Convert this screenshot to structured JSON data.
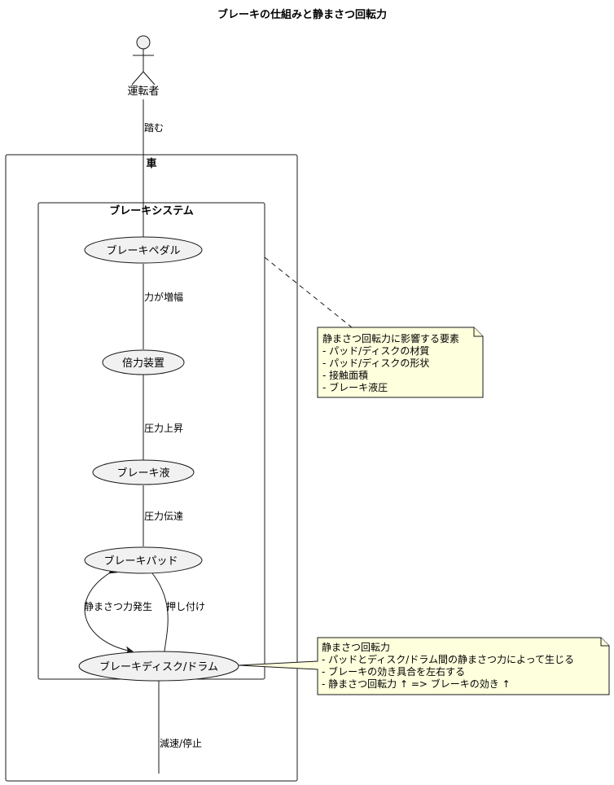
{
  "diagram": {
    "title": "ブレーキの仕組みと静まさつ回転力",
    "actor": {
      "label": "運転者"
    },
    "frames": {
      "car": {
        "label": "車"
      },
      "brake_system": {
        "label": "ブレーキシステム"
      }
    },
    "usecases": {
      "pedal": "ブレーキペダル",
      "booster": "倍力装置",
      "fluid": "ブレーキ液",
      "pad": "ブレーキパッド",
      "disc": "ブレーキディスク/ドラム"
    },
    "edges": {
      "step": "踏む",
      "amplify": "力が増幅",
      "pressure_up": "圧力上昇",
      "pressure_transmit": "圧力伝達",
      "friction": "静まさつ力発生",
      "press": "押し付け",
      "decelerate": "減速/停止"
    },
    "notes": {
      "factors": {
        "lines": [
          "静まさつ回転力に影響する要素",
          "- パッド/ディスクの材質",
          "- パッド/ディスクの形状",
          "- 接触面積",
          "- ブレーキ液圧"
        ]
      },
      "torque": {
        "lines": [
          "静まさつ回転力",
          "- パッドとディスク/ドラム間の静まさつ力によって生じる",
          "- ブレーキの効き具合を左右する",
          "- 静まさつ回転力 ↑ => ブレーキの効き ↑"
        ]
      }
    },
    "colors": {
      "usecase_fill": "#f1f1f1",
      "note_fill": "#feffdd",
      "stroke": "#181818"
    }
  }
}
